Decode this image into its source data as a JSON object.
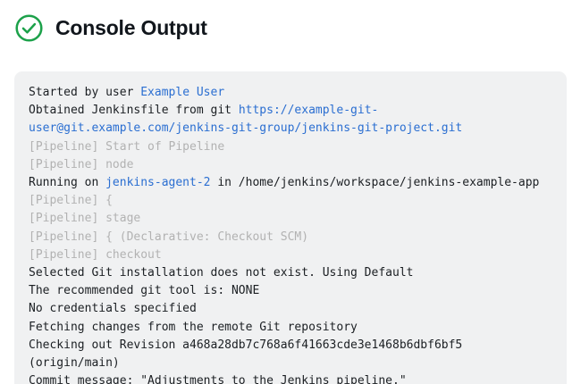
{
  "header": {
    "title": "Console Output",
    "status_icon": "check-circle-icon",
    "status_color": "#1ca14a"
  },
  "theme": {
    "panel_background": "#f0f1f2",
    "text_color": "#1b1f23",
    "link_color": "#2a6ed1",
    "muted_color": "#b2b2b2"
  },
  "console": {
    "lines": [
      [
        {
          "text": "Started by user ",
          "style": "plain"
        },
        {
          "text": "Example User",
          "style": "link"
        }
      ],
      [
        {
          "text": "Obtained Jenkinsfile from git ",
          "style": "plain"
        },
        {
          "text": "https://example-git-user@git.example.com/jenkins-git-group/jenkins-git-project.git",
          "style": "link"
        }
      ],
      [
        {
          "text": "[Pipeline] Start of Pipeline",
          "style": "muted"
        }
      ],
      [
        {
          "text": "[Pipeline] node",
          "style": "muted"
        }
      ],
      [
        {
          "text": "Running on ",
          "style": "plain"
        },
        {
          "text": "jenkins-agent-2",
          "style": "link"
        },
        {
          "text": " in /home/jenkins/workspace/jenkins-example-app",
          "style": "plain"
        }
      ],
      [
        {
          "text": "[Pipeline] {",
          "style": "muted"
        }
      ],
      [
        {
          "text": "[Pipeline] stage",
          "style": "muted"
        }
      ],
      [
        {
          "text": "[Pipeline] { (Declarative: Checkout SCM)",
          "style": "muted"
        }
      ],
      [
        {
          "text": "[Pipeline] checkout",
          "style": "muted"
        }
      ],
      [
        {
          "text": "Selected Git installation does not exist. Using Default",
          "style": "plain"
        }
      ],
      [
        {
          "text": "The recommended git tool is: NONE",
          "style": "plain"
        }
      ],
      [
        {
          "text": "No credentials specified",
          "style": "plain"
        }
      ],
      [
        {
          "text": "Fetching changes from the remote Git repository",
          "style": "plain"
        }
      ],
      [
        {
          "text": "Checking out Revision a468a28db7c768a6f41663cde3e1468b6dbf6bf5 (origin/main)",
          "style": "plain"
        }
      ],
      [
        {
          "text": "Commit message: \"Adjustments to the Jenkins pipeline.\"",
          "style": "plain"
        }
      ]
    ]
  }
}
